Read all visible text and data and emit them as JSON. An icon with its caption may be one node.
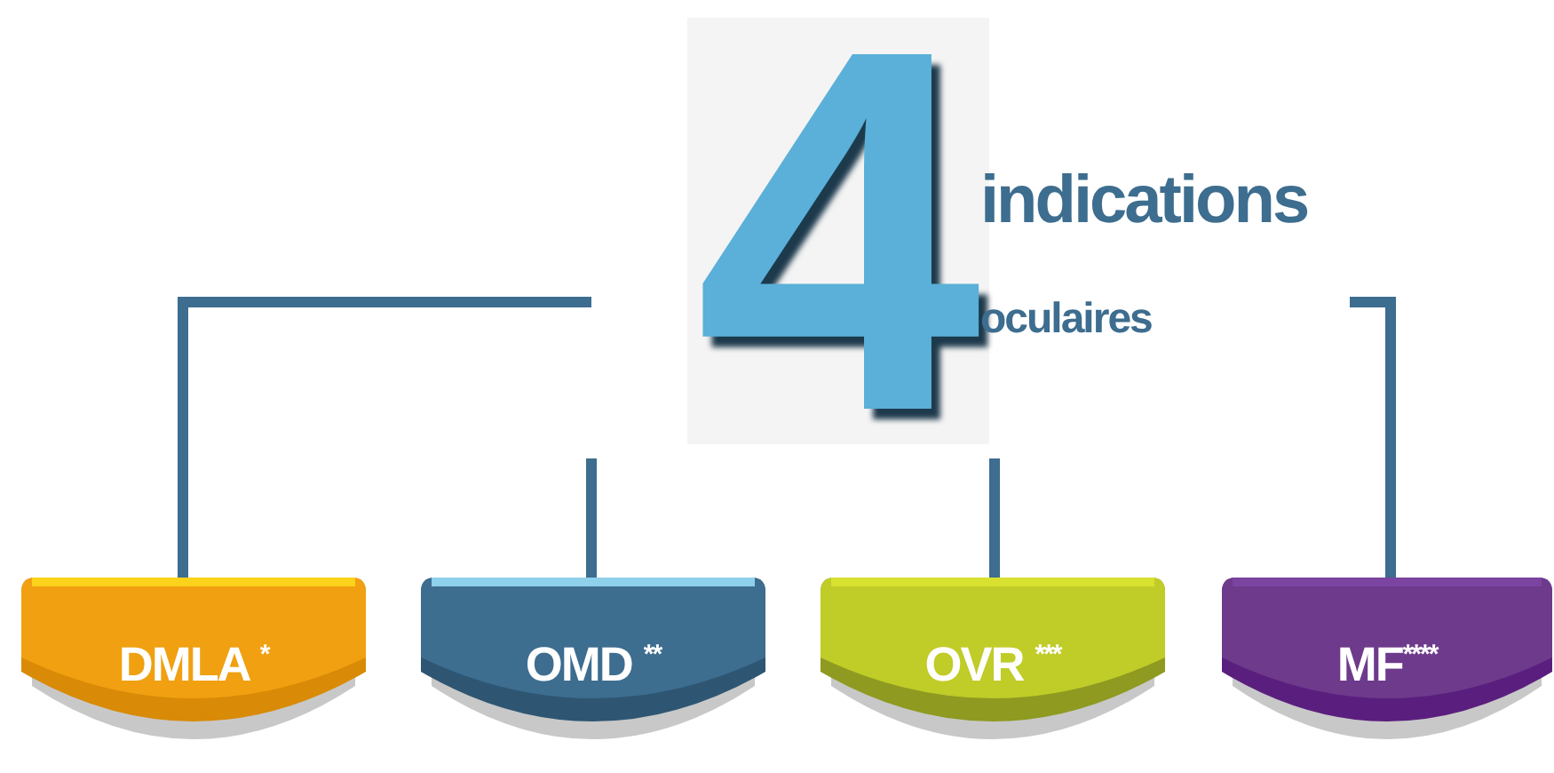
{
  "diagram": {
    "nodes": [
      {
        "text": [
          "4",
          "indications",
          "oculaires"
        ]
      },
      {
        "text": [
          "DMLA $^{*}$"
        ]
      },
      {
        "text": [
          "OMD $^{**}$"
        ]
      },
      {
        "text": [
          "OVR $^{***}$"
        ]
      },
      {
        "text": [
          "MF$^{****}$"
        ]
      }
    ],
    "edges": [
      {
        "from": 0,
        "to": 1,
        "arrow": "none"
      },
      {
        "from": 0,
        "to": 2,
        "arrow": "none"
      },
      {
        "from": 0,
        "to": 3,
        "arrow": "none"
      },
      {
        "from": 0,
        "to": 4,
        "arrow": "none"
      }
    ]
  }
}
